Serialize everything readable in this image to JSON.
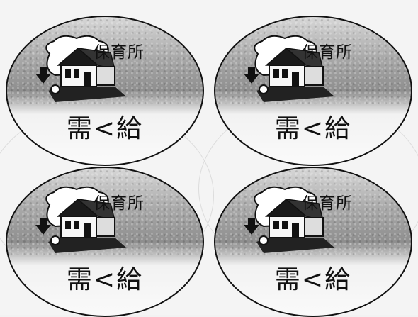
{
  "cells": [
    {
      "top_label": "保育所",
      "bottom_label": "需<給"
    },
    {
      "top_label": "保育所",
      "bottom_label": "需<給"
    },
    {
      "top_label": "保育所",
      "bottom_label": "需<給"
    },
    {
      "top_label": "保育所",
      "bottom_label": "需<給"
    }
  ],
  "icon": "house-icon",
  "colors": {
    "ink": "#111111",
    "shade_dark": "#8e8e8e",
    "paper": "#f4f4f4"
  }
}
